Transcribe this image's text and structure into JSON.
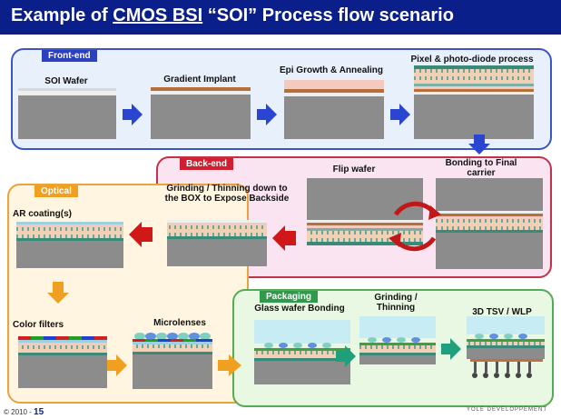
{
  "title": {
    "prefix": "Example of ",
    "highlight": "CMOS BSI",
    "suffix": " “SOI” Process flow scenario"
  },
  "sections": {
    "frontend": {
      "tag": "Front-end",
      "color": "#2c3fbf",
      "border": "#3b55c8",
      "fill": "#e7f0fb"
    },
    "backend": {
      "tag": "Back-end",
      "color": "#d01f2f",
      "border": "#c0334a",
      "fill": "#fbe4f2"
    },
    "optical": {
      "tag": "Optical",
      "color": "#f0a020",
      "border": "#e8a43a",
      "fill": "#fff5e0"
    },
    "packaging": {
      "tag": "Packaging",
      "color": "#2e9a4a",
      "border": "#55aa55",
      "fill": "#e8f8e2"
    }
  },
  "steps": {
    "soi_wafer": "SOI Wafer",
    "gradient_implant": "Gradient Implant",
    "epi_growth": "Epi Growth & Annealing",
    "pixel_process": "Pixel & photo-diode process",
    "flip_wafer": "Flip wafer",
    "bonding": "Bonding to Final carrier",
    "grinding_box": "Grinding / Thinning down to the BOX to Expose Backside",
    "ar_coating": "AR coating(s)",
    "color_filters": "Color filters",
    "microlenses": "Microlenses",
    "glass_bonding": "Glass wafer Bonding",
    "grinding": "Grinding / Thinning",
    "tsv": "3D TSV / WLP"
  },
  "footer": {
    "copyright": "© 2010 - ",
    "page": "15",
    "brand": "YOLE DEVELOPPEMENT"
  },
  "colors": {
    "silicon": "#8c8c8c",
    "oxide": "#d9d9d9",
    "implant": "#b5703a",
    "epi": "#f3c9c0",
    "pixel_rows": "#f0c8a8",
    "metal": "#4a9a8a",
    "arrow_blue": "#2a45d0",
    "arrow_red": "#d01818",
    "arrow_orange": "#f0a020",
    "arrow_green": "#1fa07a",
    "glass": "#c8ecf4"
  }
}
